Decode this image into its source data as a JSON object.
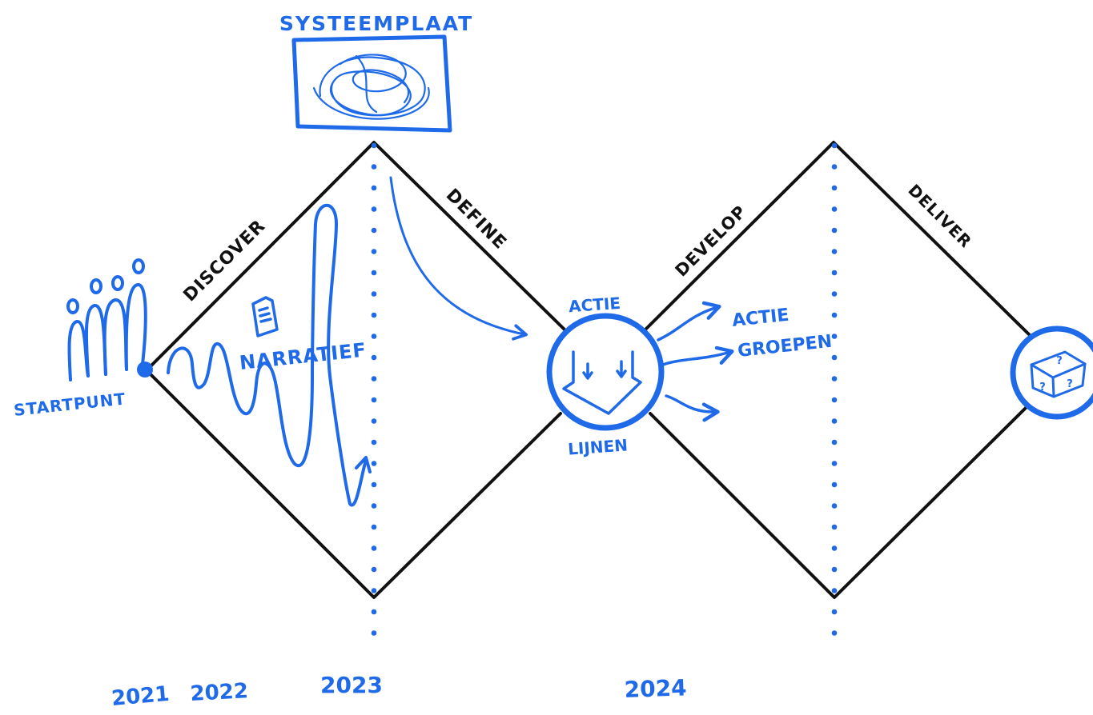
{
  "colors": {
    "accent": "#1f6ae8",
    "ink": "#111111",
    "background": "#ffffff"
  },
  "labels": {
    "systeemplaat": "SYSTEEMPLAAT",
    "startpunt": "STARTPUNT",
    "narratief": "NARRATIEF",
    "actie": "ACTIE",
    "lijnen": "LIJNEN",
    "actie_groepen_line1": "ACTIE",
    "actie_groepen_line2": "GROEPEN"
  },
  "phases": {
    "discover": "DISCOVER",
    "define": "DEFINE",
    "develop": "DEVELOP",
    "deliver": "DELIVER"
  },
  "years": {
    "y2021": "2021",
    "y2022": "2022",
    "y2023": "2023",
    "y2024": "2024"
  },
  "icons": {
    "system_map": "scribble-icon",
    "people": "people-icon",
    "document": "document-icon",
    "converging_arrows": "converging-arrows-icon",
    "package": "package-question-icon"
  }
}
